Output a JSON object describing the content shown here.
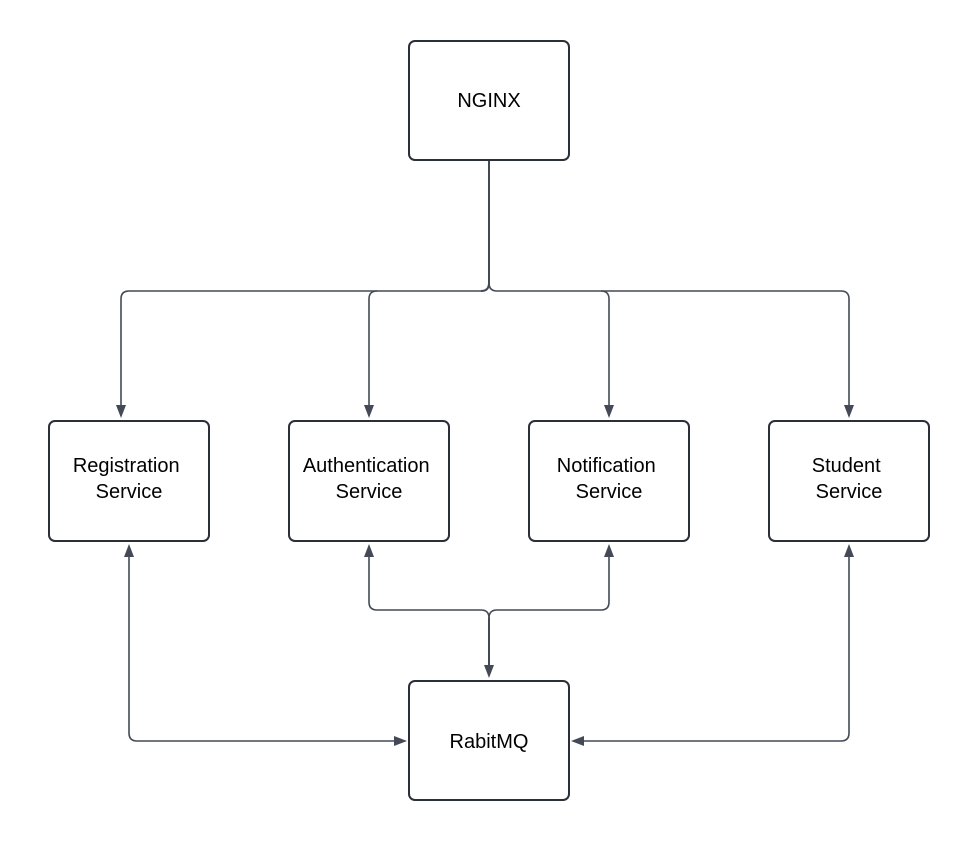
{
  "diagram": {
    "nodes": {
      "nginx": {
        "lines": [
          "NGINX"
        ]
      },
      "registration": {
        "lines": [
          "Registration",
          "Service"
        ]
      },
      "authentication": {
        "lines": [
          "Authentication",
          "Service"
        ]
      },
      "notification": {
        "lines": [
          "Notification",
          "Service"
        ]
      },
      "student": {
        "lines": [
          "Student",
          "Service"
        ]
      },
      "rabbitmq": {
        "lines": [
          "RabitMQ"
        ]
      }
    },
    "edges": [
      {
        "from": "nginx",
        "to": "registration",
        "direction": "forward"
      },
      {
        "from": "nginx",
        "to": "authentication",
        "direction": "forward"
      },
      {
        "from": "nginx",
        "to": "notification",
        "direction": "forward"
      },
      {
        "from": "nginx",
        "to": "student",
        "direction": "forward"
      },
      {
        "from": "registration",
        "to": "rabbitmq",
        "direction": "both"
      },
      {
        "from": "authentication",
        "to": "rabbitmq",
        "direction": "both"
      },
      {
        "from": "notification",
        "to": "rabbitmq",
        "direction": "both"
      },
      {
        "from": "student",
        "to": "rabbitmq",
        "direction": "both"
      }
    ],
    "colors": {
      "box_stroke": "#2b2f38",
      "connector": "#434a55",
      "text": "#000000",
      "background": "#ffffff"
    }
  }
}
